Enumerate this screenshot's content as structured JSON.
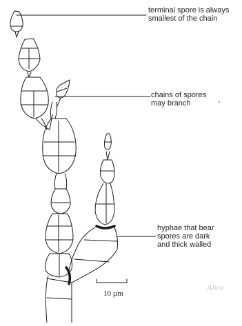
{
  "annotations": {
    "terminal_spore": {
      "line1": "terminal spore is always",
      "line2": "smallest of the chain"
    },
    "branching": {
      "line1": "chains of spores",
      "line2": "may branch"
    },
    "hyphae": {
      "line1": "hyphae that bear",
      "line2": "spores are dark",
      "line3": "and thick walled"
    }
  },
  "scale_bar": {
    "label": "10 µm"
  },
  "signature": "Alice",
  "colors": {
    "ink": "#1a1a1a",
    "paper": "#ffffff"
  }
}
